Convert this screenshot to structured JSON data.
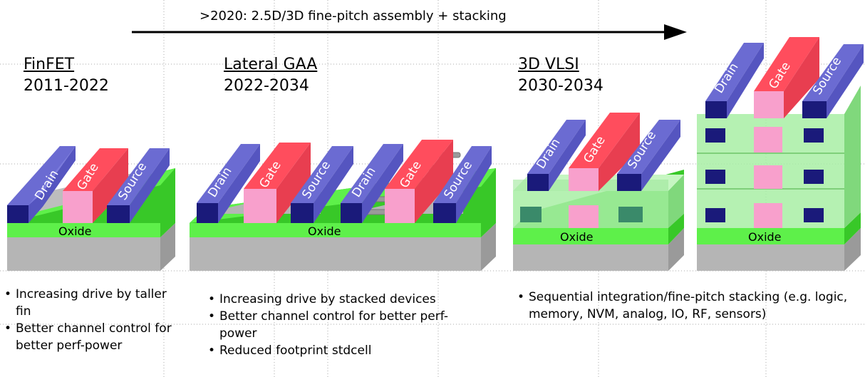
{
  "timeline": {
    "label": ">2020: 2.5D/3D fine-pitch assembly + stacking"
  },
  "columns": [
    {
      "title": "FinFET",
      "years": "2011-2022",
      "bullets": [
        "Increasing drive by taller fin",
        "Better channel control for better perf-power"
      ]
    },
    {
      "title": "Lateral GAA",
      "years": "2022-2034",
      "bullets": [
        "Increasing drive by stacked devices",
        "Better channel control for better perf-power",
        "Reduced footprint stdcell"
      ]
    },
    {
      "title": "3D VLSI",
      "years": "2030-2034",
      "bullets": [
        " Sequential integration/fine-pitch stacking (e.g. logic, memory, NVM, analog, IO, RF, sensors)"
      ]
    }
  ],
  "labels": {
    "drain": "Drain",
    "gate": "Gate",
    "source": "Source",
    "oxide": "Oxide"
  },
  "colors": {
    "drain_source": "#5b5bc6",
    "gate": "#ff5a6a",
    "gate_front": "#f8a0cc",
    "oxide": "#52f03e",
    "substrate": "#b0b0b0",
    "layer": "#9ee89c"
  }
}
